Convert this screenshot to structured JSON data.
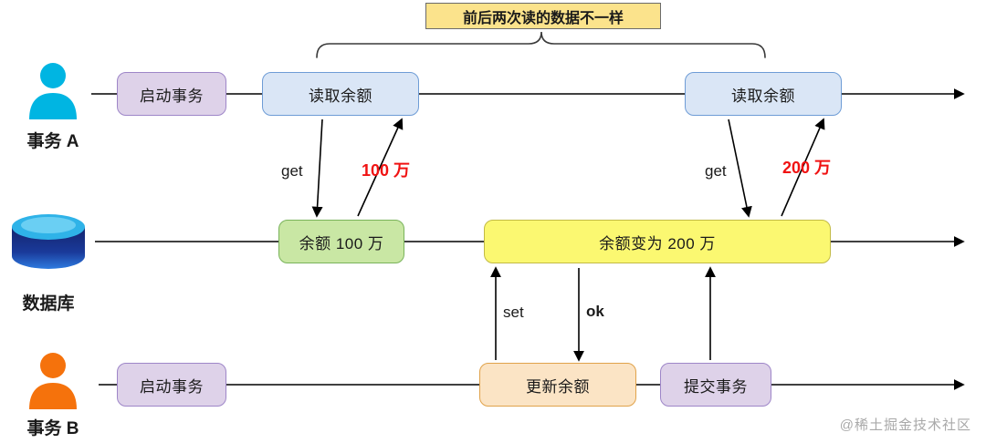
{
  "banner": {
    "text": "前后两次读的数据不一样"
  },
  "lanes": {
    "transaction_a": {
      "label": "事务 A",
      "boxes": {
        "start": "启动事务",
        "read1": "读取余额",
        "read2": "读取余额"
      }
    },
    "database": {
      "label": "数据库",
      "boxes": {
        "balance1": "余额 100 万",
        "balance2": "余额变为 200 万"
      }
    },
    "transaction_b": {
      "label": "事务 B",
      "boxes": {
        "start": "启动事务",
        "update": "更新余额",
        "commit": "提交事务"
      }
    }
  },
  "arrow_labels": {
    "get_first": "get",
    "result_first": "100 万",
    "get_second": "get",
    "result_second": "200 万",
    "set": "set",
    "ok": "ok"
  },
  "watermark": "@稀土掘金技术社区",
  "colors": {
    "banner_bg": "#fbe38c",
    "start_commit_bg": "#ded2e9",
    "read_bg": "#dae6f6",
    "balance1_bg": "#c9e7a4",
    "balance2_bg": "#fbf871",
    "update_bg": "#fbe4c5",
    "result_text": "#f01212",
    "user_a": "#00b5e2",
    "user_b": "#f5720c",
    "database_icon": "#16348c"
  }
}
